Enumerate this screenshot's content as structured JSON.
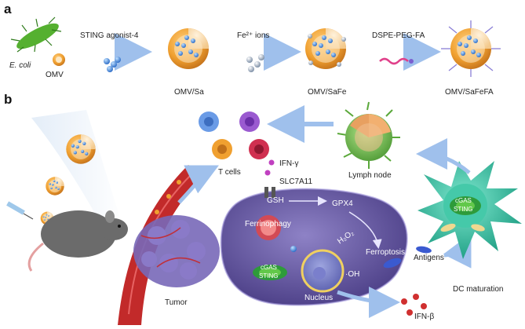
{
  "panels": {
    "a": "a",
    "b": "b"
  },
  "row_a": {
    "ecoli": "E. coli",
    "omv": "OMV",
    "step1": "STING agonist-4",
    "step2": "Fe²⁺ ions",
    "step3": "DSPE-PEG-FA",
    "products": [
      "OMV/Sa",
      "OMV/SaFe",
      "OMV/SaFeFA"
    ]
  },
  "row_b": {
    "t_cells": "T cells",
    "ifn_gamma": "IFN-γ",
    "lymph_node": "Lymph node",
    "slc7a11": "SLC7A11",
    "gsh": "GSH",
    "gpx4": "GPX4",
    "ferrinophagy": "Ferrinophagy",
    "h2o2": "H₂O₂",
    "oh": "·OH",
    "ferroptosis": "Ferroptosis",
    "antigens": "Antigens",
    "cgas": "cGAS",
    "sting": "STING",
    "nucleus": "Nucleus",
    "ifn_beta": "IFN-β",
    "tumor": "Tumor",
    "dc_maturation": "DC maturation"
  },
  "colors": {
    "arrow": "#a9c7ee",
    "nanoparticle_shell": "#f0a030",
    "nanoparticle_core": "#4a86d8",
    "tumor_cell": "#6d5da6",
    "dc_cell": "#3fc9a8",
    "lymph_node": "#7cc05a",
    "vessel": "#c22a2a",
    "sting_green": "#2e9b3a"
  }
}
